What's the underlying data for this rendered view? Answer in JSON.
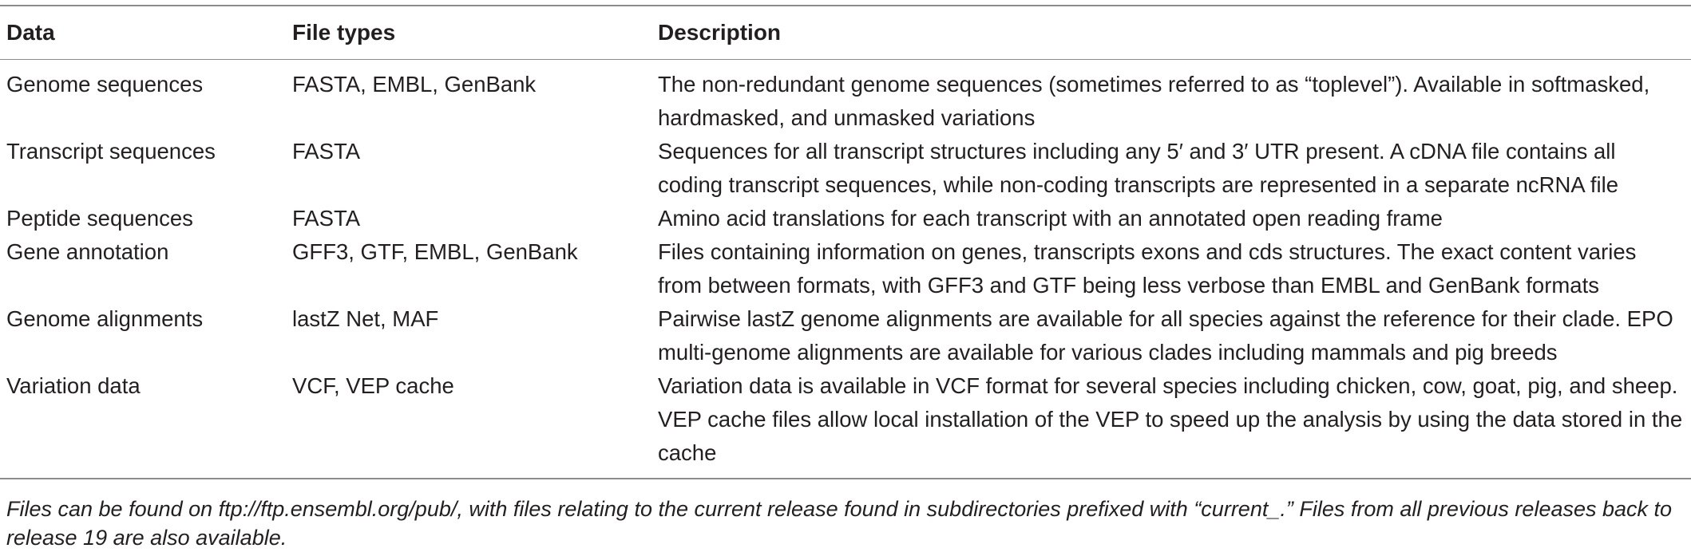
{
  "table": {
    "headers": [
      "Data",
      "File types",
      "Description"
    ],
    "rows": [
      {
        "data": "Genome sequences",
        "file_types": "FASTA, EMBL, GenBank",
        "description": "The non-redundant genome sequences (sometimes referred to as “toplevel”). Available in softmasked, hardmasked, and unmasked variations"
      },
      {
        "data": "Transcript sequences",
        "file_types": "FASTA",
        "description": "Sequences for all transcript structures including any 5′ and 3′ UTR present. A cDNA file contains all coding transcript sequences, while non-coding transcripts are represented in a separate ncRNA file"
      },
      {
        "data": "Peptide sequences",
        "file_types": "FASTA",
        "description": "Amino acid translations for each transcript with an annotated open reading frame"
      },
      {
        "data": "Gene annotation",
        "file_types": "GFF3, GTF, EMBL, GenBank",
        "description": "Files containing information on genes, transcripts exons and cds structures. The exact content varies from between formats, with GFF3 and GTF being less verbose than EMBL and GenBank formats"
      },
      {
        "data": "Genome alignments",
        "file_types": "lastZ Net, MAF",
        "description": "Pairwise lastZ genome alignments are available for all species against the reference for their clade. EPO multi-genome alignments are available for various clades including mammals and pig breeds"
      },
      {
        "data": "Variation data",
        "file_types": "VCF, VEP cache",
        "description": "Variation data is available in VCF format for several species including chicken, cow, goat, pig, and sheep. VEP cache files allow local installation of the VEP to speed up the analysis by using the data stored in the cache"
      }
    ]
  },
  "footnote": "Files can be found on ftp://ftp.ensembl.org/pub/, with files relating to the current release found in subdirectories prefixed with “current_.” Files from all previous releases back to release 19 are also available."
}
